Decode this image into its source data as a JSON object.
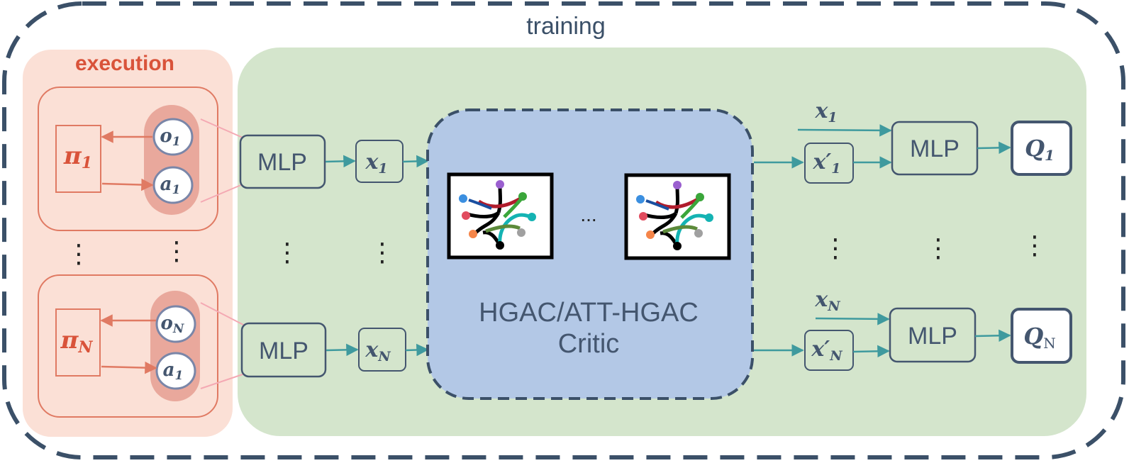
{
  "labels": {
    "training": "training",
    "execution": "execution",
    "critic_line1": "HGAC/ATT-HGAC",
    "critic_line2": "Critic",
    "ellipsis": "...",
    "mlp": "MLP"
  },
  "agents": [
    {
      "policy": "π",
      "policy_sub": "1",
      "obs": "o",
      "obs_sub": "1",
      "act": "a",
      "act_sub": "1",
      "x": "x",
      "x_sub": "1",
      "xp": "x′",
      "xp_sub": "1",
      "q": "Q",
      "q_sub": "1",
      "q_input_x": "x",
      "q_input_sub": "1"
    },
    {
      "policy": "π",
      "policy_sub": "N",
      "obs": "o",
      "obs_sub": "N",
      "act": "a",
      "act_sub": "1",
      "x": "x",
      "x_sub": "N",
      "xp": "x′",
      "xp_sub": "N",
      "q": "Q",
      "q_sub": "N",
      "q_input_x": "x",
      "q_input_sub": "N"
    }
  ],
  "colors": {
    "training_border": "#3b5068",
    "execution_bg": "#fbe0d6",
    "execution_text": "#d9533a",
    "green_bg": "#d4e5cc",
    "critic_bg": "#b3c8e6",
    "box_border": "#44566f",
    "arrow": "#3f9a9e",
    "agent_border": "#e07a63",
    "pill": "#e9a89c",
    "node_border": "#7a86a8"
  },
  "icons": [
    "graph-icon",
    "graph-icon"
  ]
}
